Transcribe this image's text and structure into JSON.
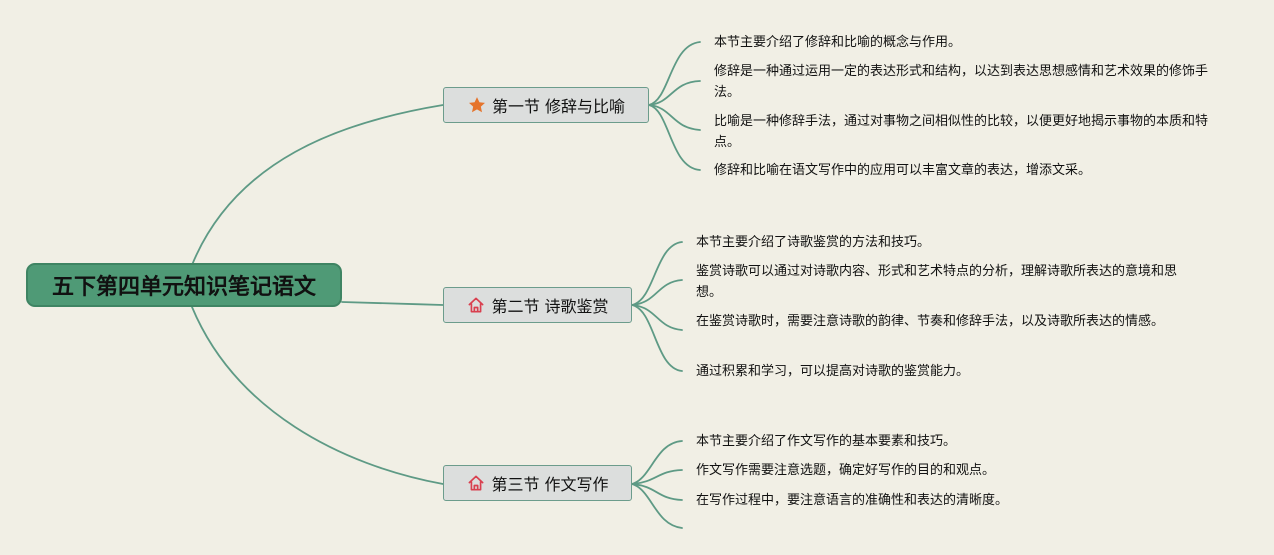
{
  "root": {
    "title": "五下第四单元知识笔记语文"
  },
  "colors": {
    "background": "#f1efe5",
    "root_fill": "#4f9a76",
    "line": "#5e9a85",
    "topic_fill": "#dcdedd"
  },
  "topics": [
    {
      "label": "第一节 修辞与比喻",
      "icon": "star-icon",
      "notes": [
        "本节主要介绍了修辞和比喻的概念与作用。",
        "修辞是一种通过运用一定的表达形式和结构，以达到表达思想感情和艺术效果的修饰手法。",
        "比喻是一种修辞手法，通过对事物之间相似性的比较，以便更好地揭示事物的本质和特点。",
        "修辞和比喻在语文写作中的应用可以丰富文章的表达，增添文采。"
      ]
    },
    {
      "label": "第二节 诗歌鉴赏",
      "icon": "house-icon",
      "notes": [
        "本节主要介绍了诗歌鉴赏的方法和技巧。",
        "鉴赏诗歌可以通过对诗歌内容、形式和艺术特点的分析，理解诗歌所表达的意境和思想。",
        "在鉴赏诗歌时，需要注意诗歌的韵律、节奏和修辞手法，以及诗歌所表达的情感。",
        "通过积累和学习，可以提高对诗歌的鉴赏能力。"
      ]
    },
    {
      "label": "第三节 作文写作",
      "icon": "house-icon",
      "notes": [
        "本节主要介绍了作文写作的基本要素和技巧。",
        "作文写作需要注意选题，确定好写作的目的和观点。",
        "在写作过程中，要注意语言的准确性和表达的清晰度。"
      ]
    }
  ]
}
